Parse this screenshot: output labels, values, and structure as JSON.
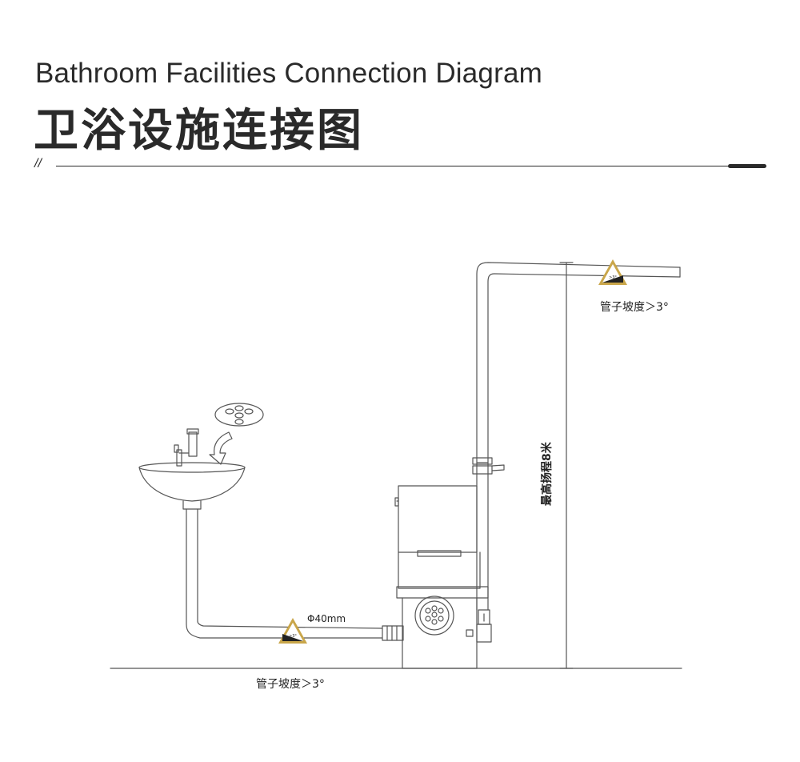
{
  "header": {
    "title_en": "Bathroom Facilities Connection Diagram",
    "title_cn": "卫浴设施连接图",
    "divider_mark": "//"
  },
  "diagram": {
    "slope_top": "管子坡度＞3°",
    "slope_bottom": "管子坡度＞3°",
    "pipe_diameter": "Φ40mm",
    "max_lift": "最高扬程8米",
    "slope_badge": ">3°",
    "colors": {
      "line": "#555555",
      "badge": "#c9a64a",
      "text": "#222222"
    }
  }
}
